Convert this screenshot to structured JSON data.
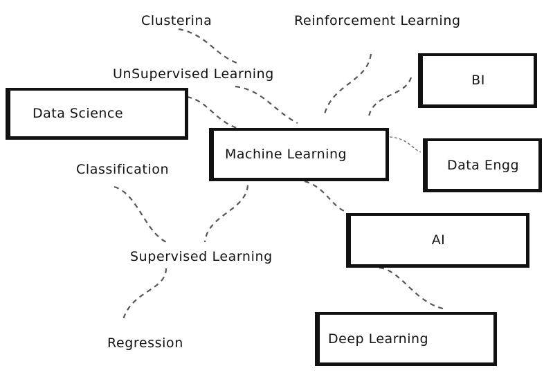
{
  "diagram": {
    "type": "mind-map",
    "style": "hand-drawn",
    "colors": {
      "stroke": "#111111",
      "connector": "#555555",
      "background": "#ffffff"
    },
    "boxes": {
      "data_science": "Data Science",
      "machine_learning": "Machine Learning",
      "bi": "BI",
      "data_engg": "Data Engg",
      "ai": "AI",
      "deep_learning": "Deep Learning"
    },
    "labels": {
      "clustering": "Clusterina",
      "reinforcement": "Reinforcement Learning",
      "unsupervised": "UnSupervised Learning",
      "classification": "Classification",
      "supervised": "Supervised Learning",
      "regression": "Regression"
    },
    "connections": [
      {
        "from": "Clusterina",
        "to": "UnSupervised Learning"
      },
      {
        "from": "UnSupervised Learning",
        "to": "Machine Learning"
      },
      {
        "from": "Data Science",
        "to": "Machine Learning"
      },
      {
        "from": "Reinforcement Learning",
        "to": "Machine Learning"
      },
      {
        "from": "BI",
        "to": "Machine Learning"
      },
      {
        "from": "Machine Learning",
        "to": "Data Engg"
      },
      {
        "from": "Machine Learning",
        "to": "AI"
      },
      {
        "from": "Machine Learning",
        "to": "Supervised Learning"
      },
      {
        "from": "Classification",
        "to": "Supervised Learning"
      },
      {
        "from": "Supervised Learning",
        "to": "Regression"
      },
      {
        "from": "AI",
        "to": "Deep Learning"
      }
    ]
  }
}
